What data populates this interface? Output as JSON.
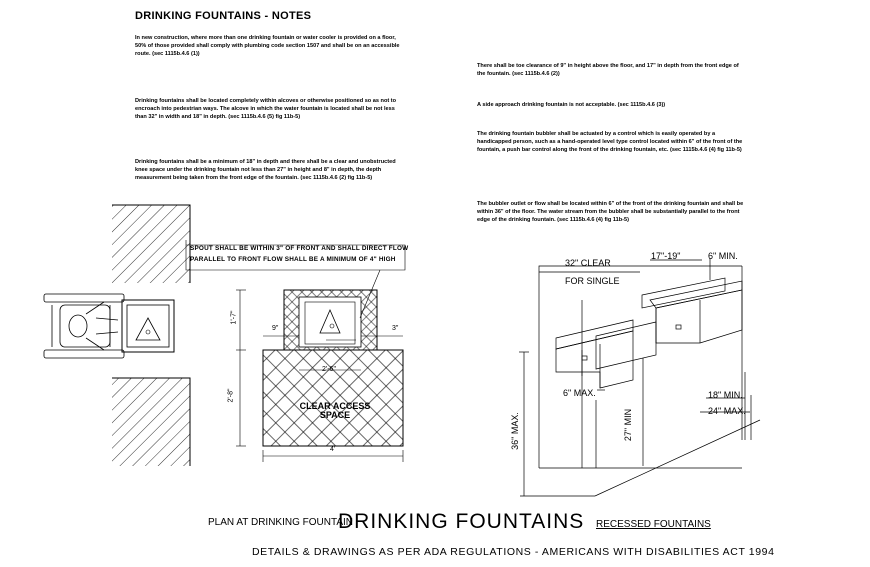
{
  "notes": {
    "heading": "DRINKING FOUNTAINS - NOTES",
    "left": [
      "In new construction, where more than one drinking fountain or water cooler is provided on a floor, 50% of those provided shall comply with plumbing code section 1507 and shall be on an accessible route. (sec 1115b.4.6 (1))",
      "Drinking fountains shall be located completely within alcoves or otherwise positioned so as not to encroach into pedestrian ways. The alcove in which the water fountain is located shall be not less than 32\" in width and 18\" in depth. (sec 1115b.4.6 (5) fig 11b-5)",
      "Drinking fountains shall be a minimum of 18\" in depth and there shall be a clear and unobstructed knee space under the drinking fountain not less than 27\" in height and 8\" in depth, the depth measurement being taken from the front edge of the fountain. (sec 1115b.4.6 (2) fig 11b-5)"
    ],
    "right": [
      "There shall be toe clearance of 9\" in height above the floor, and 17\" in depth from the front edge of the fountain. (sec 1115b.4.6 (2))",
      "A side approach drinking fountain is not acceptable. (sec 1115b.4.6 (3))",
      "The drinking fountain bubbler shall be actuated by a control which is easily operated by a handicapped person, such as a hand-operated level type control located within 6\" of the front of the fountain, a push bar control along the front of the drinking fountain, etc. (sec 1115b.4.6 (4) fig 11b-5)",
      "The bubbler outlet or flow shall be located within 6\" of the front of the drinking fountain and shall be within 36\" of the floor. The water stream from the bubbler shall be substantially parallel to the front edge of the drinking fountain. (sec 1115b.4.6 (4) fig 11b-5)"
    ]
  },
  "plan": {
    "callout": [
      "SPOUT SHALL BE WITHIN 3\" OF FRONT AND SHALL DIRECT FLOW",
      "PARALLEL TO FRONT FLOW SHALL BE A MINIMUM OF 4\" HIGH"
    ],
    "dims": {
      "d1_7": "1'-7\"",
      "d9": "9\"",
      "d3": "3\"",
      "d2_6": "2'-6\"",
      "d2_8": "2'-8\"",
      "d4": "4'"
    },
    "clear_access": [
      "CLEAR ACCESS",
      "SPACE"
    ],
    "label": "PLAN AT DRINKING FOUNTAIN"
  },
  "elevation": {
    "dims": {
      "clear": "32\" CLEAR",
      "single": "FOR SINGLE",
      "depth": "17\"-19\"",
      "min6": "6\" MIN.",
      "max6": "6\" MAX.",
      "min27": "27\" MIN",
      "max36": "36\" MAX.",
      "min18": "18\" MIN.",
      "max24": "24\" MAX."
    }
  },
  "titles": {
    "main": "DRINKING FOUNTAINS",
    "sub": "RECESSED FOUNTAINS",
    "footer": "DETAILS & DRAWINGS AS PER ADA REGULATIONS - AMERICANS WITH DISABILITIES ACT 1994"
  }
}
